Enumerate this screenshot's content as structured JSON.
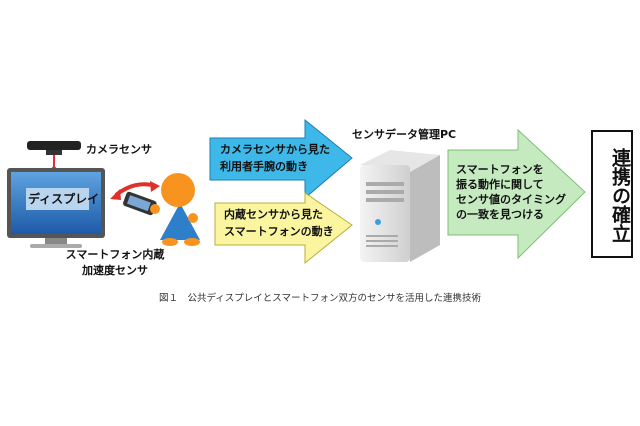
{
  "camera_label": "カメラセンサ",
  "display_label": "ディスプレイ",
  "phone_sensor_label": [
    "スマートフォン内蔵",
    "加速度センサ"
  ],
  "blue_arrow": [
    "カメラセンサから見た",
    "利用者手腕の動き"
  ],
  "yellow_arrow": [
    "内蔵センサから見た",
    "スマートフォンの動き"
  ],
  "server_label": "センサデータ管理PC",
  "green_arrow": [
    "スマートフォンを",
    "振る動作に関して",
    "センサ値のタイミング",
    "の一致を見つける"
  ],
  "result_box": "連携の確立",
  "caption": "図１　公共ディスプレイとスマートフォン双方のセンサを活用した連携技術",
  "colors": {
    "blue": "#3db8e8",
    "yellow": "#fbf5a0",
    "green": "#c5eac0",
    "orange": "#f7931e",
    "person_body": "#2e7fc9",
    "red": "#e0302a"
  }
}
